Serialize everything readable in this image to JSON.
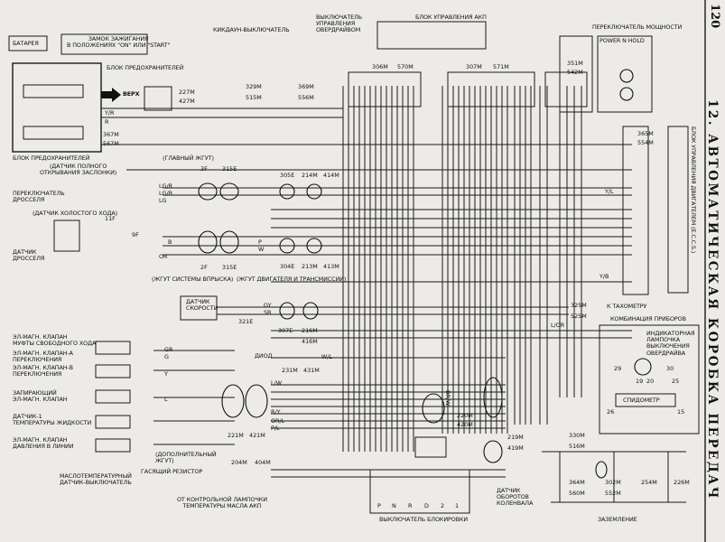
{
  "page_number": "120",
  "chapter_title": "12. АВТОМАТИЧЕСКАЯ КОРОБКА ПЕРЕДАЧ",
  "labels": {
    "battery": "БАТАРЕЯ",
    "ignition": "ЗАМОК ЗАЖИГАНИЯ\nВ ПОЛОЖЕНИЯХ \"ON\" ИЛИ \"START\"",
    "fuse_block_top": "БЛОК ПРЕДОХРАНИТЕЛЕЙ",
    "fuse_block_bottom": "БЛОК ПРЕДОХРАНИТЕЛЕЙ",
    "up_arrow": "ВЕРХ",
    "kickdown": "КИКДАУН-ВЫКЛЮЧАТЕЛЬ",
    "overdrive_switch": "ВЫКЛЮЧАТЕЛЬ\nУПРАВЛЕНИЯ\nОВЕРДРАЙВОМ",
    "akp_unit": "БЛОК УПРАВЛЕНИЯ АКП",
    "power_selector": "ПЕРЕКЛЮЧАТЕЛЬ МОЩНОСТИ",
    "power_head": "POWER N HOLD",
    "main_harness": "(ГЛАВНЫЙ ЖГУТ)",
    "full_throttle": "(ДАТЧИК ПОЛНОГО\nОТКРЫВАНИЯ ЗАСЛОНКИ)",
    "throttle_switch": "ПЕРЕКЛЮЧАТЕЛЬ\nДРОССЕЛЯ",
    "idle_sensor": "(ДАТЧИК ХОЛОСТОГО ХОДА)",
    "throttle_sensor": "ДАТЧИК\nДРОССЕЛЯ",
    "injection_harness": "(ЖГУТ СИСТЕМЫ ВПРЫСКА)",
    "engine_harness": "(ЖГУТ ДВИГАТЕЛЯ И ТРАНСМИССИИ)",
    "speed_sensor": "ДАТЧИК\nСКОРОСТИ",
    "tachometer": "К ТАХОМЕТРУ",
    "instrument_cluster": "КОМБИНАЦИЯ ПРИБОРОВ",
    "od_lamp": "ИНДИКАТОРНАЯ\nЛАМПОЧКА\nВЫКЛЮЧЕНИЯ\nОВЕРДРАЙВА",
    "speedometer": "СПИДОМЕТР",
    "ecu": "БЛОК УПРАВЛЕНИЯ ДВИГАТЕЛЕМ (E.C.C.S.)",
    "sol_freewheel": "ЭЛ-МАГН. КЛАПАН\nМУФТЫ СВОБОДНОГО ХОДА",
    "sol_a": "ЭЛ-МАГН. КЛАПАН-А\nПЕРЕКЛЮЧЕНИЯ",
    "sol_b": "ЭЛ-МАГН. КЛАПАН-В\nПЕРЕКЛЮЧЕНИЯ",
    "sol_lock": "ЗАПИРАЮЩИЙ\nЭЛ-МАГН. КЛАПАН",
    "fluid_temp": "ДАТЧИК-1\nТЕМПЕРАТУРЫ ЖИДКОСТИ",
    "sol_line": "ЭЛ-МАГН. КЛАПАН\nДАВЛЕНИЯ В ЛИНИИ",
    "oil_temp_switch": "МАСЛОТЕМПЕРАТУРНЫЙ\nДАТЧИК-ВЫКЛЮЧАТЕЛЬ",
    "diode": "ДИОД",
    "extra_harness": "(ДОПОЛНИТЕЛЬНЫЙ\nЖГУТ)",
    "damping_resistor": "ГАСЯЩИЙ РЕЗИСТОР",
    "oil_temp_lamp": "ОТ КОНТРОЛЬНОЙ ЛАМПОЧКИ\nТЕМПЕРАТУРЫ МАСЛА АКП",
    "inhibitor": "ВЫКЛЮЧАТЕЛЬ БЛОКИРОВКИ",
    "crank_sensor": "ДАТЧИК\nОБОРОТОВ\nКОЛЕНВАЛА",
    "ground": "ЗАЗЕМЛЕНИЕ"
  },
  "connectors": [
    "227M",
    "427M",
    "367M",
    "567M",
    "329M",
    "515M",
    "369M",
    "556M",
    "306M",
    "570M",
    "307M",
    "571M",
    "351M",
    "542M",
    "365M",
    "554M",
    "3F",
    "315E",
    "11F",
    "9F",
    "2F",
    "315E",
    "305E",
    "214M",
    "414M",
    "304E",
    "213M",
    "413M",
    "321E",
    "307E",
    "216M",
    "416M",
    "231M",
    "431M",
    "325M",
    "525M",
    "221M",
    "421M",
    "204M",
    "404M",
    "220M",
    "420M",
    "219M",
    "419M",
    "330M",
    "516M",
    "364M",
    "560M",
    "302M",
    "552M",
    "254M",
    "226M"
  ],
  "wire_codes": [
    "Y/R",
    "R",
    "LG/R",
    "LG/B",
    "LG",
    "OR",
    "W",
    "P",
    "B",
    "GY",
    "SB",
    "Y/L",
    "Y/B",
    "L/OR",
    "W/L",
    "L/W",
    "BR/W",
    "G",
    "Y",
    "R/Y",
    "OR/L",
    "P/L",
    "GR",
    "L"
  ],
  "pin_numbers": [
    "29",
    "30",
    "25",
    "26",
    "15",
    "19",
    "20"
  ],
  "inhibitor_pins": [
    "P",
    "N",
    "R",
    "D",
    "2",
    "1"
  ]
}
